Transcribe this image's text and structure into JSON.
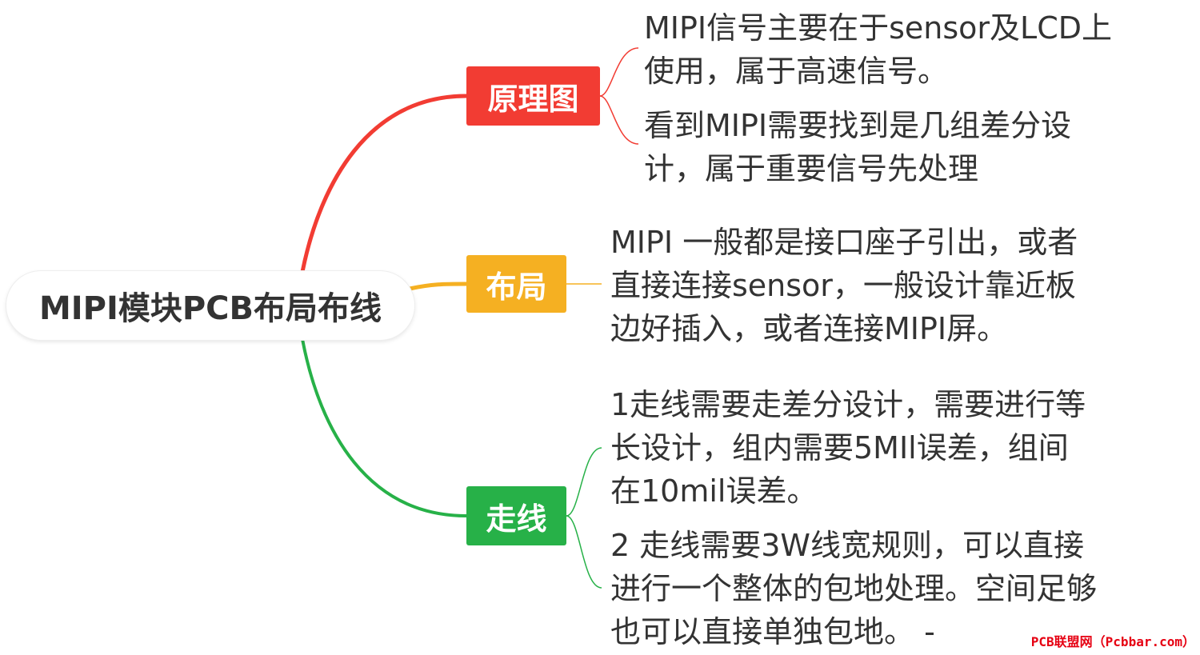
{
  "root": {
    "label": "MIPI模块PCB布局布线"
  },
  "branches": [
    {
      "label": "原理图",
      "color": "#f23c33",
      "leaves": [
        {
          "lines": [
            "MIPI信号主要在于sensor及LCD上",
            "使用，属于高速信号。"
          ]
        },
        {
          "lines": [
            "看到MIPI需要找到是几组差分设",
            "计，属于重要信号先处理"
          ]
        }
      ]
    },
    {
      "label": "布局",
      "color": "#f5b022",
      "leaves": [
        {
          "lines": [
            "MIPI 一般都是接口座子引出，或者",
            "直接连接sensor，一般设计靠近板",
            "边好插入，或者连接MIPI屏。"
          ]
        }
      ]
    },
    {
      "label": "走线",
      "color": "#27b148",
      "leaves": [
        {
          "lines": [
            "1走线需要走差分设计，需要进行等",
            "长设计，组内需要5MIl误差，组间",
            "在10mil误差。"
          ]
        },
        {
          "lines": [
            "2 走线需要3W线宽规则，可以直接",
            "进行一个整体的包地处理。空间足够",
            "也可以直接单独包地。 -"
          ]
        }
      ]
    }
  ],
  "watermark": "PCB联盟网（Pcbbar.com）"
}
